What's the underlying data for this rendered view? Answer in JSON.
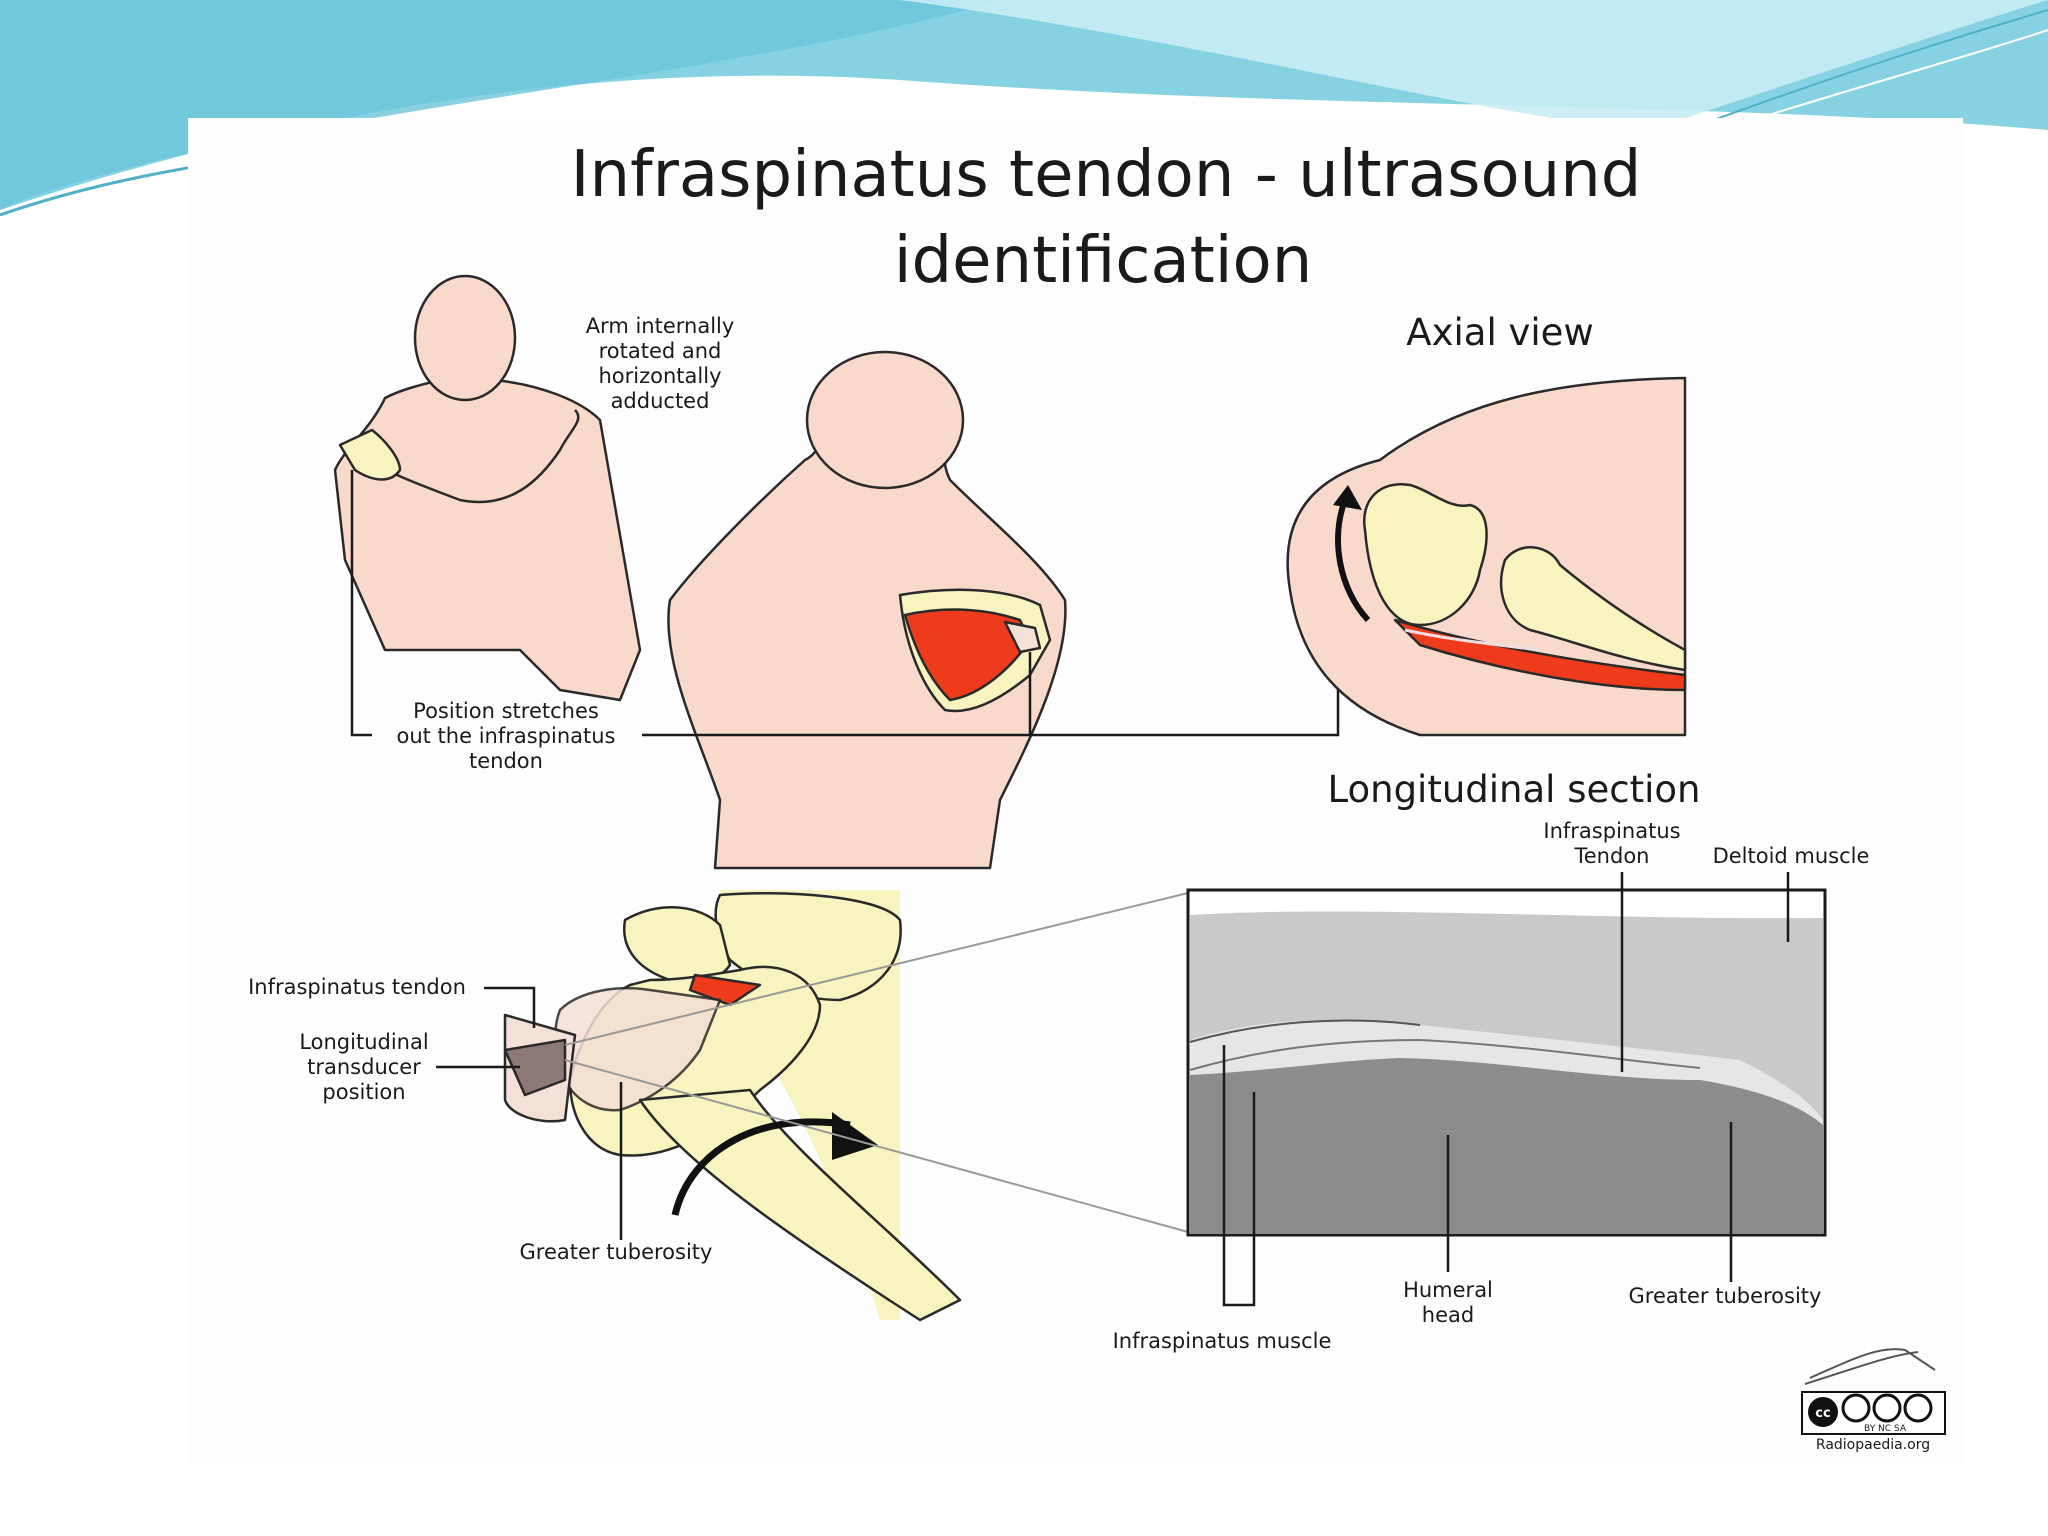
{
  "slide": {
    "title_line1": "Infraspinatus tendon - ultrasound",
    "title_line2": "identification",
    "colors": {
      "slide_bg": "#ffffff",
      "banner_teal": "#7fd3e2",
      "skin": "#f8d9cb",
      "bone": "#f7f4c0",
      "muscle_red": "#ee3b1c",
      "us_light": "#c8c8c8",
      "us_mid": "#a9a9a9",
      "us_dark": "#8a8a8a",
      "tendon_band": "#e6e6e6"
    }
  },
  "positioning": {
    "arm_note": [
      "Arm internally",
      "rotated and",
      "horizontally",
      "adducted"
    ],
    "stretch_note": [
      "Position stretches",
      "out the infraspinatus",
      "tendon"
    ]
  },
  "axial": {
    "heading": "Axial view"
  },
  "shoulder_labels": {
    "infraspinatus_tendon": "Infraspinatus tendon",
    "transducer": [
      "Longitudinal",
      "transducer",
      "position"
    ],
    "greater_tuberosity": "Greater tuberosity"
  },
  "longitudinal": {
    "heading": "Longitudinal section",
    "infraspinatus_tendon": [
      "Infraspinatus",
      "Tendon"
    ],
    "deltoid": "Deltoid muscle",
    "infraspinatus_muscle": "Infraspinatus muscle",
    "humeral_head": [
      "Humeral",
      "head"
    ],
    "greater_tuberosity": "Greater tuberosity"
  },
  "credit": {
    "license_badge": "cc",
    "badge_marks": "BY NC SA",
    "source": "Radiopaedia.org"
  }
}
